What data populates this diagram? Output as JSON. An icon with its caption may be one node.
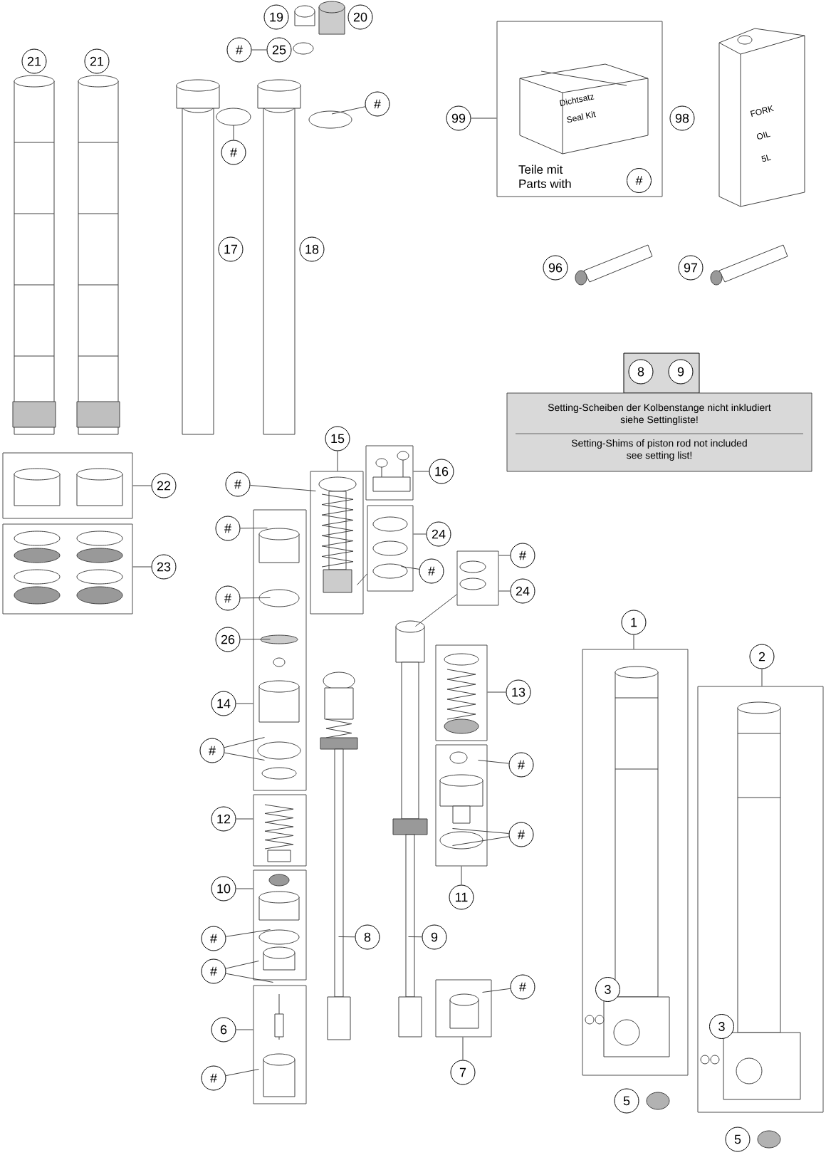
{
  "diagram": {
    "nodes": [
      {
        "text": [
          "21"
        ]
      },
      {
        "text": [
          "21"
        ]
      },
      {
        "text": [
          "19"
        ]
      },
      {
        "text": [
          "20"
        ]
      },
      {
        "text": [
          "#"
        ]
      },
      {
        "text": [
          "25"
        ]
      },
      {
        "text": [
          "#"
        ]
      },
      {
        "text": [
          "#"
        ]
      },
      {
        "text": [
          "17"
        ]
      },
      {
        "text": [
          "18"
        ]
      },
      {
        "text": [
          "Teile mit Parts with"
        ]
      },
      {
        "text": [
          "#"
        ],
        "in": 10
      },
      {
        "text": [
          "99"
        ]
      },
      {
        "text": [
          "98"
        ]
      },
      {
        "text": [
          "96"
        ]
      },
      {
        "text": [
          "97"
        ]
      },
      {
        "text": [
          "8"
        ]
      },
      {
        "text": [
          "9"
        ]
      },
      {
        "text": [
          "Setting-Scheiben der Kolbenstange nicht inkludiert siehe Settingliste!",
          "Setting-Shims of piston rod not included see setting list!"
        ]
      },
      {
        "text": [],
        "shape": "box"
      },
      {
        "text": [
          "22"
        ]
      },
      {
        "text": [],
        "shape": "box"
      },
      {
        "text": [
          "23"
        ]
      },
      {
        "text": [
          "15"
        ]
      },
      {
        "text": [],
        "shape": "box"
      },
      {
        "text": [],
        "shape": "box"
      },
      {
        "text": [
          "16"
        ]
      },
      {
        "text": [
          "#"
        ]
      },
      {
        "text": [],
        "shape": "box"
      },
      {
        "text": [
          "24"
        ]
      },
      {
        "text": [
          "#"
        ]
      },
      {
        "text": [],
        "shape": "box"
      },
      {
        "text": [
          "#"
        ]
      },
      {
        "text": [
          "#"
        ]
      },
      {
        "text": [
          "26"
        ]
      },
      {
        "text": [
          "14"
        ]
      },
      {
        "text": [
          "#"
        ]
      },
      {
        "text": [],
        "shape": "box"
      },
      {
        "text": [
          "#"
        ]
      },
      {
        "text": [
          "24"
        ]
      },
      {
        "text": [],
        "shape": "box"
      },
      {
        "text": [
          "13"
        ]
      },
      {
        "text": [],
        "shape": "box"
      },
      {
        "text": [
          "#"
        ]
      },
      {
        "text": [
          "#"
        ]
      },
      {
        "text": [
          "11"
        ]
      },
      {
        "text": [],
        "shape": "box"
      },
      {
        "text": [
          "12"
        ]
      },
      {
        "text": [
          "8"
        ]
      },
      {
        "text": [
          "9"
        ]
      },
      {
        "text": [],
        "shape": "box"
      },
      {
        "text": [
          "10"
        ]
      },
      {
        "text": [
          "#"
        ]
      },
      {
        "text": [
          "#"
        ]
      },
      {
        "text": [],
        "shape": "box"
      },
      {
        "text": [
          "6"
        ]
      },
      {
        "text": [
          "#"
        ]
      },
      {
        "text": [],
        "shape": "box"
      },
      {
        "text": [
          "#"
        ]
      },
      {
        "text": [
          "7"
        ]
      },
      {
        "text": [],
        "shape": "box"
      },
      {
        "text": [
          "1"
        ]
      },
      {
        "text": [],
        "shape": "box"
      },
      {
        "text": [
          "2"
        ]
      },
      {
        "text": [
          "3"
        ],
        "in": 60
      },
      {
        "text": [
          "5"
        ]
      },
      {
        "text": [
          "3"
        ],
        "in": 62
      },
      {
        "text": [
          "5"
        ]
      },
      {
        "text": [],
        "shape": "picture"
      },
      {
        "text": [],
        "shape": "picture"
      }
    ],
    "edges": [
      {
        "from": 4,
        "to": 5,
        "arrow": "none"
      },
      {
        "from": 6,
        "to": null,
        "arrow": "none"
      },
      {
        "from": 7,
        "to": null,
        "arrow": "none"
      },
      {
        "from": 12,
        "to": 10,
        "arrow": "none"
      },
      {
        "from": 20,
        "to": 19,
        "arrow": "none"
      },
      {
        "from": 22,
        "to": 21,
        "arrow": "none"
      },
      {
        "from": 23,
        "to": 24,
        "arrow": "none"
      },
      {
        "from": 26,
        "to": 25,
        "arrow": "none"
      },
      {
        "from": 27,
        "to": 24,
        "arrow": "none"
      },
      {
        "from": 29,
        "to": 28,
        "arrow": "none"
      },
      {
        "from": 30,
        "to": 28,
        "arrow": "none"
      },
      {
        "from": 28,
        "to": 24,
        "arrow": "none"
      },
      {
        "from": 32,
        "to": 31,
        "arrow": "none"
      },
      {
        "from": 33,
        "to": 31,
        "arrow": "none"
      },
      {
        "from": 34,
        "to": 31,
        "arrow": "none"
      },
      {
        "from": 35,
        "to": 31,
        "arrow": "none"
      },
      {
        "from": 36,
        "to": 31,
        "arrow": "none"
      },
      {
        "from": 36,
        "to": 31,
        "arrow": "none"
      },
      {
        "from": 38,
        "to": 37,
        "arrow": "none"
      },
      {
        "from": 39,
        "to": 37,
        "arrow": "none"
      },
      {
        "from": 37,
        "to": 69,
        "arrow": "none"
      },
      {
        "from": 41,
        "to": 40,
        "arrow": "none"
      },
      {
        "from": 43,
        "to": 42,
        "arrow": "none"
      },
      {
        "from": 44,
        "to": 42,
        "arrow": "none"
      },
      {
        "from": 44,
        "to": 42,
        "arrow": "none"
      },
      {
        "from": 45,
        "to": 42,
        "arrow": "none"
      },
      {
        "from": 47,
        "to": 46,
        "arrow": "none"
      },
      {
        "from": 48,
        "to": 68,
        "arrow": "none"
      },
      {
        "from": 49,
        "to": 69,
        "arrow": "none"
      },
      {
        "from": 51,
        "to": 50,
        "arrow": "none"
      },
      {
        "from": 52,
        "to": 50,
        "arrow": "none"
      },
      {
        "from": 53,
        "to": 50,
        "arrow": "none"
      },
      {
        "from": 53,
        "to": 50,
        "arrow": "none"
      },
      {
        "from": 55,
        "to": 54,
        "arrow": "none"
      },
      {
        "from": 56,
        "to": 54,
        "arrow": "none"
      },
      {
        "from": 58,
        "to": 57,
        "arrow": "none"
      },
      {
        "from": 59,
        "to": 57,
        "arrow": "none"
      },
      {
        "from": 61,
        "to": 60,
        "arrow": "none"
      },
      {
        "from": 63,
        "to": 62,
        "arrow": "none"
      }
    ],
    "labels": [
      "Dichtsatz",
      "Seal Kit",
      "FORK",
      "OIL",
      "5L"
    ]
  }
}
